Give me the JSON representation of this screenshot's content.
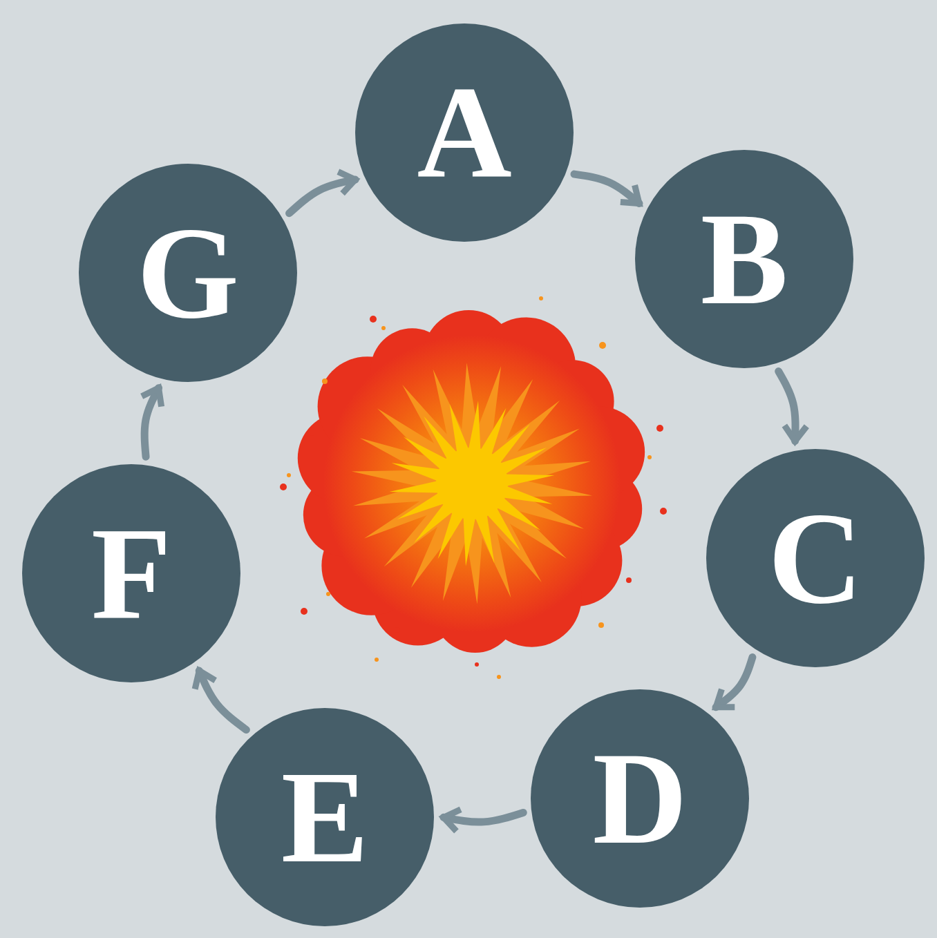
{
  "diagram": {
    "nodes": [
      {
        "text": [
          "A"
        ]
      },
      {
        "text": [
          "B"
        ]
      },
      {
        "text": [
          "C"
        ]
      },
      {
        "text": [
          "D"
        ]
      },
      {
        "text": [
          "E"
        ]
      },
      {
        "text": [
          "F"
        ]
      },
      {
        "text": [
          "G"
        ]
      }
    ],
    "edges": [
      {
        "from": 0,
        "to": 1,
        "arrow": "to"
      },
      {
        "from": 1,
        "to": 2,
        "arrow": "to"
      },
      {
        "from": 2,
        "to": 3,
        "arrow": "to"
      },
      {
        "from": 3,
        "to": 4,
        "arrow": "to"
      },
      {
        "from": 4,
        "to": 5,
        "arrow": "to"
      },
      {
        "from": 5,
        "to": 6,
        "arrow": "to"
      },
      {
        "from": 6,
        "to": 0,
        "arrow": "to"
      }
    ]
  }
}
